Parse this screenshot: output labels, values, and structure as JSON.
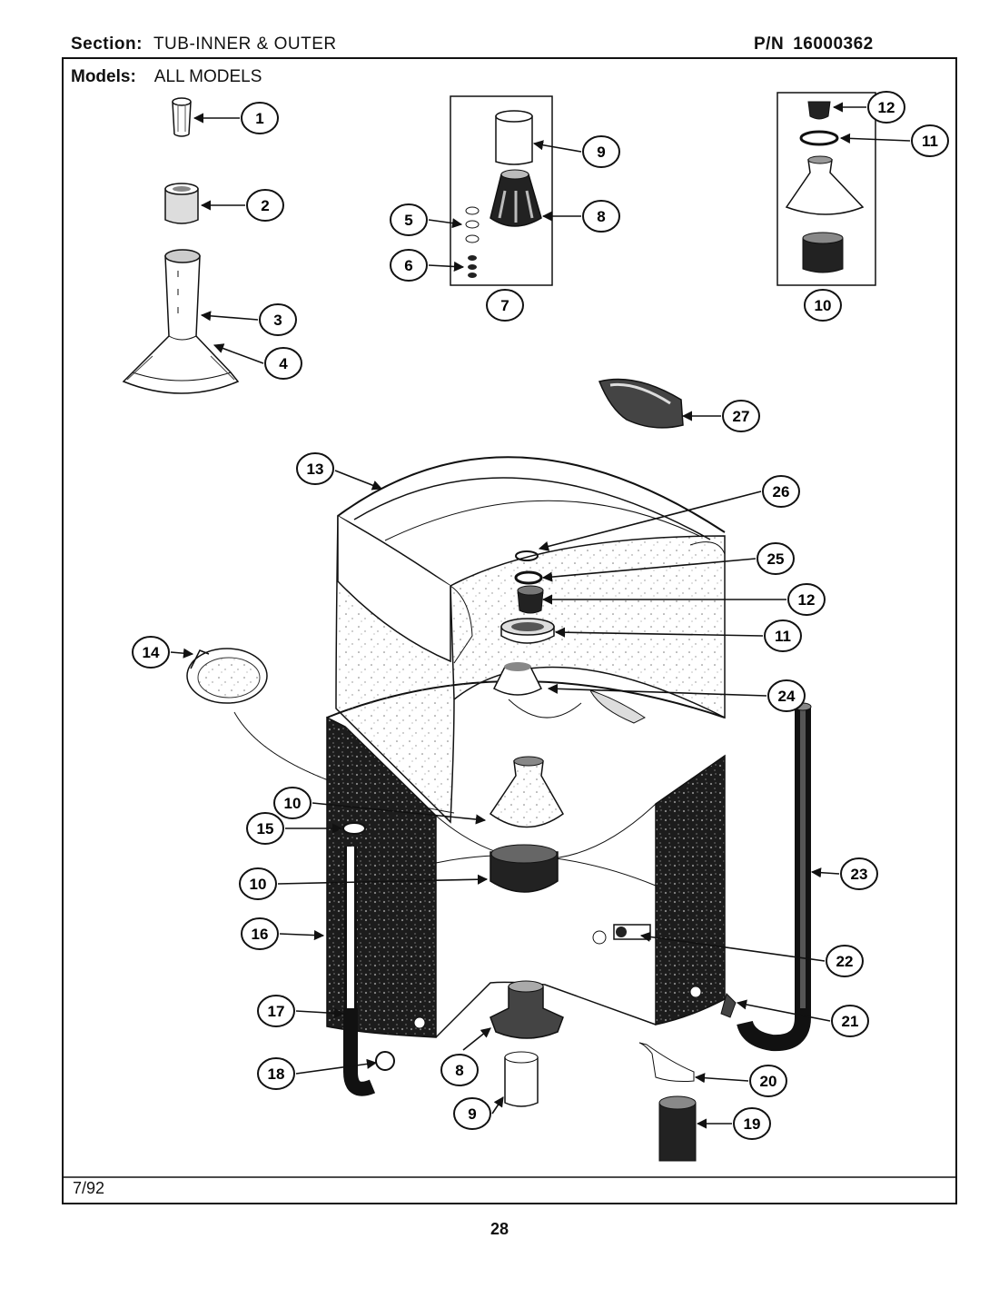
{
  "header": {
    "section_label": "Section:",
    "section_value": "TUB-INNER & OUTER",
    "pn_label": "P/N",
    "pn_value": "16000362"
  },
  "models": {
    "label": "Models:",
    "value": "ALL MODELS"
  },
  "footer": {
    "date": "7/92",
    "page_number": "28"
  },
  "callouts": [
    {
      "id": "c1",
      "label": "1"
    },
    {
      "id": "c2",
      "label": "2"
    },
    {
      "id": "c3",
      "label": "3"
    },
    {
      "id": "c4",
      "label": "4"
    },
    {
      "id": "c5",
      "label": "5"
    },
    {
      "id": "c6",
      "label": "6"
    },
    {
      "id": "c7",
      "label": "7"
    },
    {
      "id": "c8a",
      "label": "8"
    },
    {
      "id": "c9a",
      "label": "9"
    },
    {
      "id": "c10a",
      "label": "10"
    },
    {
      "id": "c11a",
      "label": "11"
    },
    {
      "id": "c12a",
      "label": "12"
    },
    {
      "id": "c13",
      "label": "13"
    },
    {
      "id": "c14",
      "label": "14"
    },
    {
      "id": "c10b",
      "label": "10"
    },
    {
      "id": "c15",
      "label": "15"
    },
    {
      "id": "c10c",
      "label": "10"
    },
    {
      "id": "c16",
      "label": "16"
    },
    {
      "id": "c17",
      "label": "17"
    },
    {
      "id": "c18",
      "label": "18"
    },
    {
      "id": "c8b",
      "label": "8"
    },
    {
      "id": "c9b",
      "label": "9"
    },
    {
      "id": "c19",
      "label": "19"
    },
    {
      "id": "c20",
      "label": "20"
    },
    {
      "id": "c21",
      "label": "21"
    },
    {
      "id": "c22",
      "label": "22"
    },
    {
      "id": "c23",
      "label": "23"
    },
    {
      "id": "c24",
      "label": "24"
    },
    {
      "id": "c11b",
      "label": "11"
    },
    {
      "id": "c12b",
      "label": "12"
    },
    {
      "id": "c25",
      "label": "25"
    },
    {
      "id": "c26",
      "label": "26"
    },
    {
      "id": "c27",
      "label": "27"
    }
  ]
}
